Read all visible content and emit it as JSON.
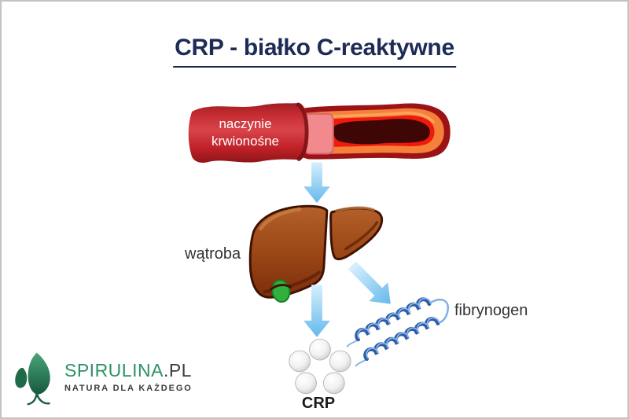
{
  "title": "CRP - białko C-reaktywne",
  "diagram": {
    "vessel": {
      "label_line1": "naczynie",
      "label_line2": "krwionośne"
    },
    "liver": {
      "label": "wątroba"
    },
    "crp": {
      "label": "CRP"
    },
    "fibrinogen": {
      "label": "fibrynogen"
    }
  },
  "logo": {
    "brand": "SPIRULINA",
    "tld": ".PL",
    "tagline": "NATURA DLA KAŻDEGO"
  },
  "icons": {
    "logo_icon": "leaf-icon",
    "vessel_to_liver": "arrow-down-icon",
    "liver_to_crp": "arrow-down-icon",
    "liver_to_fibrinogen": "arrow-diagonal-icon"
  },
  "colors": {
    "title": "#1d2b57",
    "label_text": "#333333",
    "crp_label": "#1a1a1a",
    "logo_green": "#2c9165",
    "logo_text_dark": "#3b3b3c",
    "vessel_red": "#c42127",
    "vessel_wall_orange": "#f5803a",
    "vessel_interior_red": "#ee1b0c",
    "vessel_lumen": "#3f0606",
    "vessel_cut_face_pink": "#f2898d",
    "arrow_blue_light": "#d9f0fd",
    "arrow_blue": "#64b9ec",
    "liver_brown": "#9c4716",
    "liver_outline": "#3f1203",
    "gallbladder_green": "#2fb13c",
    "fibrinogen_dark_blue": "#2d5ca6",
    "fibrinogen_light_blue": "#8ab6e8",
    "sphere_gray": "#c9c9c9"
  }
}
